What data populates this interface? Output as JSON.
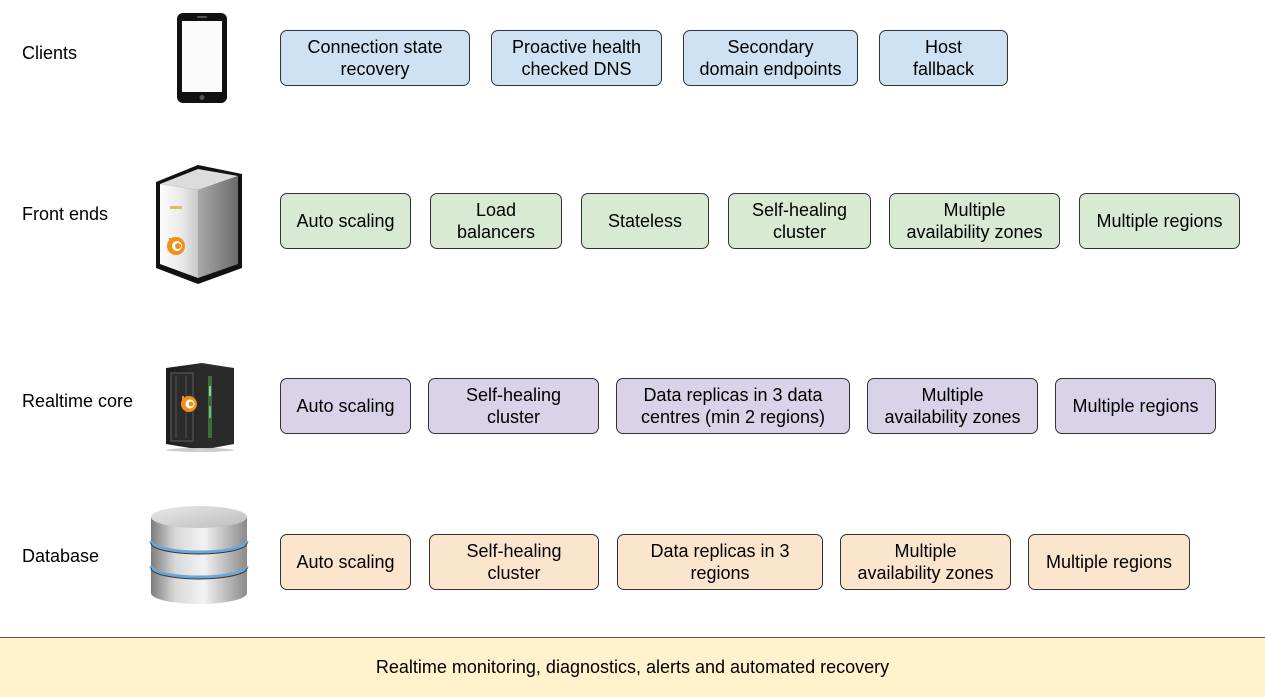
{
  "tiers": [
    {
      "label": "Clients",
      "icon": "phone-icon",
      "features": [
        "Connection state\nrecovery",
        "Proactive health\nchecked DNS",
        "Secondary\ndomain endpoints",
        "Host\nfallback"
      ]
    },
    {
      "label": "Front ends",
      "icon": "server-tower-icon",
      "features": [
        "Auto scaling",
        "Load\nbalancers",
        "Stateless",
        "Self-healing\ncluster",
        "Multiple\navailability zones",
        "Multiple regions"
      ]
    },
    {
      "label": "Realtime core",
      "icon": "server-rack-icon",
      "features": [
        "Auto scaling",
        "Self-healing\ncluster",
        "Data replicas in 3 data\ncentres (min 2 regions)",
        "Multiple\navailability zones",
        "Multiple regions"
      ]
    },
    {
      "label": "Database",
      "icon": "database-icon",
      "features": [
        "Auto scaling",
        "Self-healing\ncluster",
        "Data replicas in 3\nregions",
        "Multiple\navailability zones",
        "Multiple regions"
      ]
    }
  ],
  "footer": "Realtime monitoring, diagnostics, alerts and automated recovery",
  "colors": {
    "clients": "#cfe2f3",
    "front_ends": "#d9ead3",
    "realtime_core": "#d9d2e9",
    "database": "#fce5cd",
    "footer": "#fff2cc",
    "accent_orange": "#f39019"
  }
}
